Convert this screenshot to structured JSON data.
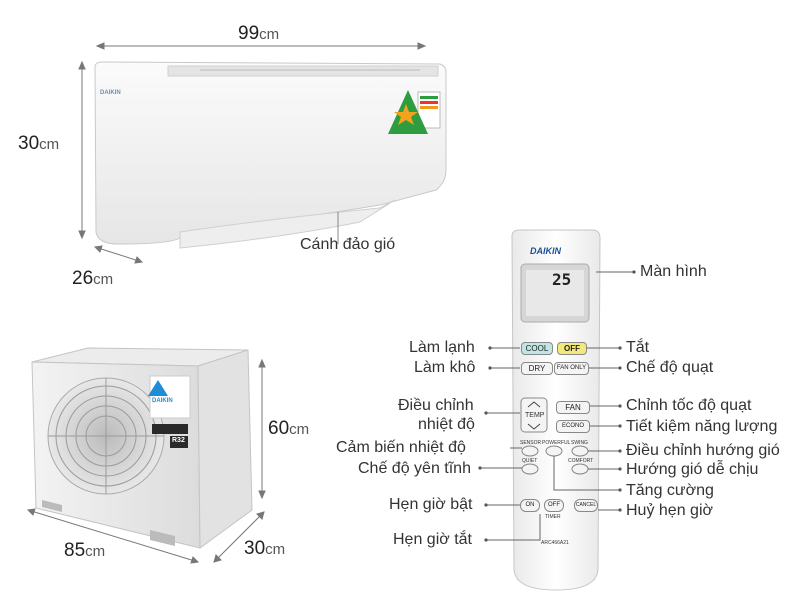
{
  "indoor": {
    "width": {
      "value": "99",
      "unit": "cm"
    },
    "height": {
      "value": "30",
      "unit": "cm"
    },
    "depth": {
      "value": "26",
      "unit": "cm"
    },
    "brand": "DAIKIN",
    "louver_label": "Cánh đảo gió"
  },
  "outdoor": {
    "width": {
      "value": "85",
      "unit": "cm"
    },
    "height": {
      "value": "60",
      "unit": "cm"
    },
    "depth": {
      "value": "30",
      "unit": "cm"
    },
    "brand": "DAIKIN",
    "refrigerant": "R32"
  },
  "remote": {
    "brand": "DAIKIN",
    "display_temp": "25",
    "model": "ARC466A21",
    "buttons": {
      "cool": "COOL",
      "off": "OFF",
      "dry": "DRY",
      "fan_only": "FAN ONLY",
      "temp": "TEMP",
      "fan": "FAN",
      "econo": "ECONO",
      "sensor": "SENSOR",
      "powerful": "POWERFUL",
      "swing": "SWING",
      "quiet": "QUIET",
      "comfort": "COMFORT",
      "on": "ON",
      "off_timer": "OFF",
      "timer": "TIMER",
      "cancel": "CANCEL"
    },
    "labels": {
      "display": "Màn hình",
      "cool": "Làm lạnh",
      "dry": "Làm khô",
      "off": "Tắt",
      "fan_only": "Chế độ quạt",
      "temp_line1": "Điều chỉnh",
      "temp_line2": "nhiệt độ",
      "fan": "Chỉnh tốc độ quạt",
      "econo": "Tiết kiệm năng lượng",
      "sensor": "Cảm biến nhiệt độ",
      "quiet": "Chế độ yên tĩnh",
      "swing": "Điều chỉnh hướng gió",
      "comfort": "Hướng gió dễ chịu",
      "powerful": "Tăng cường",
      "on_timer": "Hẹn giờ bật",
      "cancel": "Huỷ hẹn giờ",
      "off_timer": "Hẹn giờ tắt"
    }
  }
}
